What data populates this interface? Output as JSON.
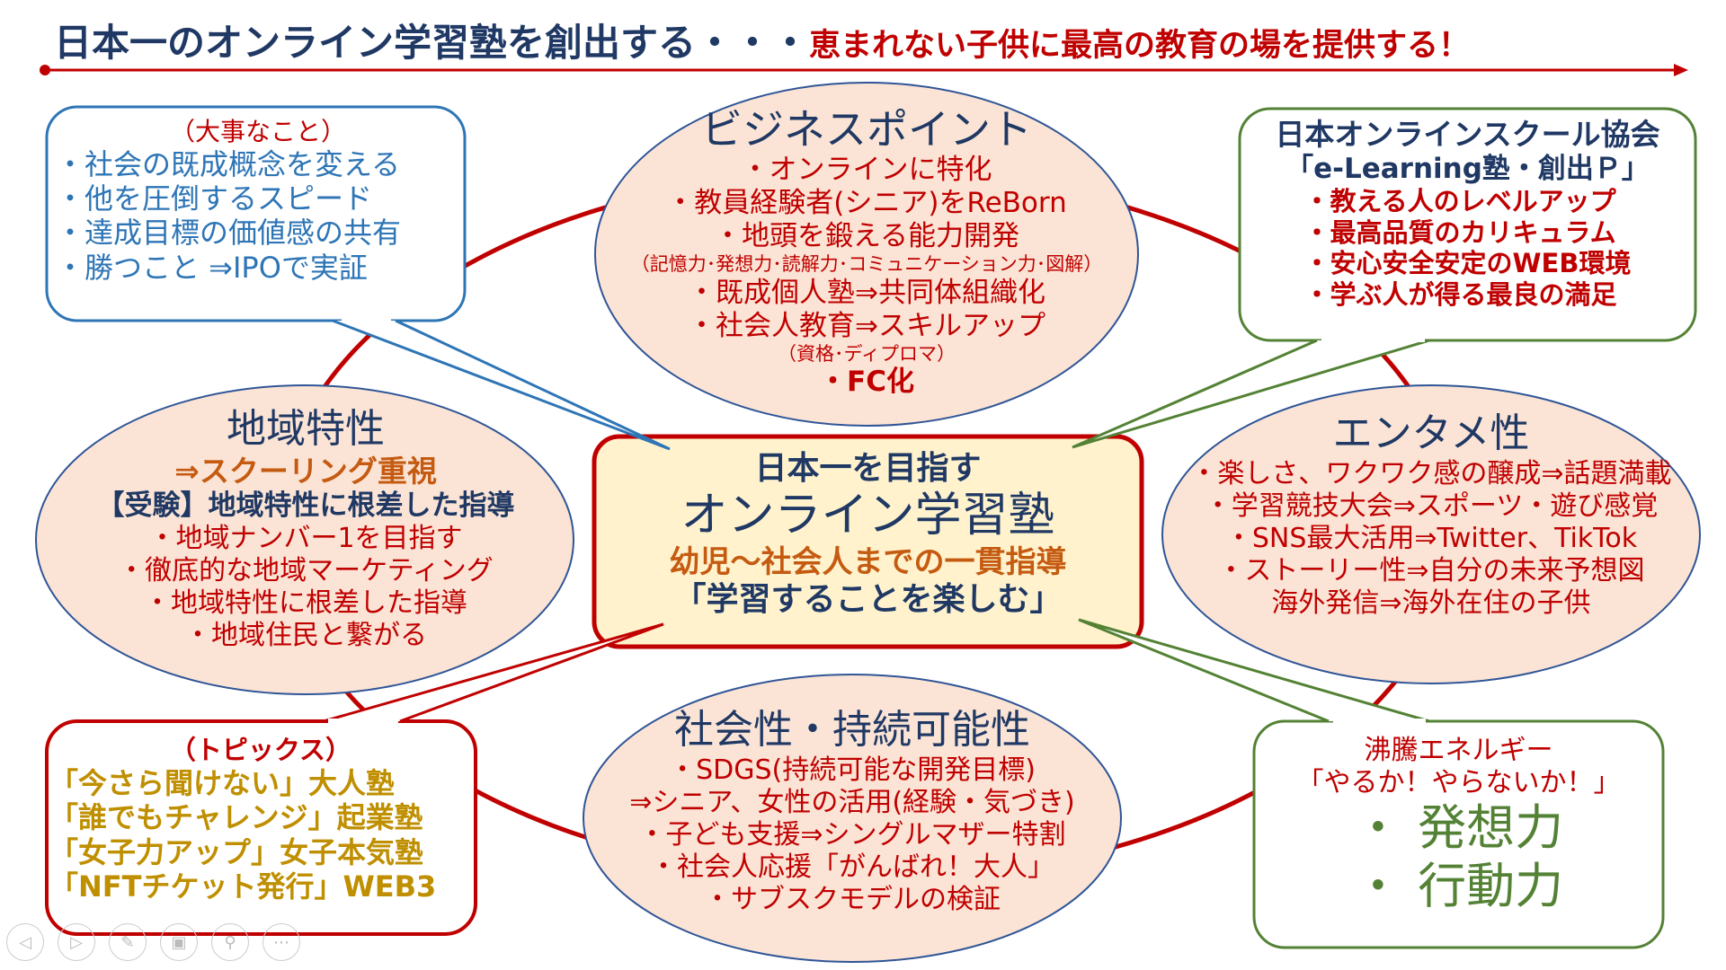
{
  "title": {
    "main": "日本一のオンライン学習塾を創出する・・・",
    "sub": "恵まれない子供に最高の教育の場を提供する！"
  },
  "colors": {
    "red": "#c00000",
    "navy": "#1f3864",
    "gold": "#bf8f00",
    "blue": "#2e75b6",
    "green": "#548235",
    "ellipse_fill": "#fbe4d5",
    "center_fill": "#fff2cc"
  },
  "important": {
    "heading": "（大事なこと）",
    "items": [
      "・社会の既成概念を変える",
      "・他を圧倒するスピード",
      "・達成目標の価値感の共有",
      "・勝つこと ⇒IPOで実証"
    ]
  },
  "association": {
    "name": "日本オンラインスクール協会",
    "project": "「e-Learning塾・創出Ｐ」",
    "items": [
      "・教える人のレベルアップ",
      "・最高品質のカリキュラム",
      "・安心安全安定のWEB環境",
      "・学ぶ人が得る最良の満足"
    ]
  },
  "business": {
    "heading": "ビジネスポイント",
    "items": [
      "・オンラインに特化",
      "・教員経験者(シニア)をReBorn",
      "・地頭を鍛える能力開発",
      "（記憶力･発想力･読解力･コミュニケーション力･図解）",
      "・既成個人塾⇒共同体組織化",
      "・社会人教育⇒スキルアップ",
      "（資格･ディプロマ）",
      "・FC化"
    ]
  },
  "region": {
    "heading": "地域特性",
    "emph1": "⇒スクーリング重視",
    "emph2": "【受験】地域特性に根差した指導",
    "items": [
      "・地域ナンバー1を目指す",
      "・徹底的な地域マーケティング",
      "・地域特性に根差した指導",
      "・地域住民と繋がる"
    ]
  },
  "center": {
    "line1": "日本一を目指す",
    "line2": "オンライン学習塾",
    "line3": "幼児～社会人までの一貫指導",
    "line4": "「学習することを楽しむ」"
  },
  "entertainment": {
    "heading": "エンタメ性",
    "items": [
      "・楽しさ、ワクワク感の醸成⇒話題満載",
      "・学習競技大会⇒スポーツ・遊び感覚",
      "・SNS最大活用⇒Twitter、TikTok",
      "・ストーリー性⇒自分の未来予想図",
      "海外発信⇒海外在住の子供"
    ]
  },
  "social": {
    "heading": "社会性・持続可能性",
    "items": [
      "・SDGS(持続可能な開発目標)",
      "⇒シニア、女性の活用(経験・気づき)",
      "・子ども支援⇒シングルマザー特割",
      "・社会人応援「がんばれ！大人」",
      "・サブスクモデルの検証"
    ]
  },
  "topics": {
    "heading": "（トピックス）",
    "items": [
      "「今さら聞けない」大人塾",
      "「誰でもチャレンジ」起業塾",
      "「女子力アップ」女子本気塾",
      "「NFTチケット発行」WEB3"
    ]
  },
  "energy": {
    "heading": "沸騰エネルギー",
    "quote": "「やるか！やらないか！」",
    "items": [
      "・ 発想力",
      "・ 行動力"
    ]
  },
  "toolbar": [
    {
      "name": "previous-slide-button",
      "icon": "◁"
    },
    {
      "name": "next-slide-button",
      "icon": "▷"
    },
    {
      "name": "pen-tool-button",
      "icon": "✎"
    },
    {
      "name": "slide-sorter-button",
      "icon": "▣"
    },
    {
      "name": "zoom-button",
      "icon": "⚲"
    },
    {
      "name": "more-options-button",
      "icon": "⋯"
    }
  ]
}
